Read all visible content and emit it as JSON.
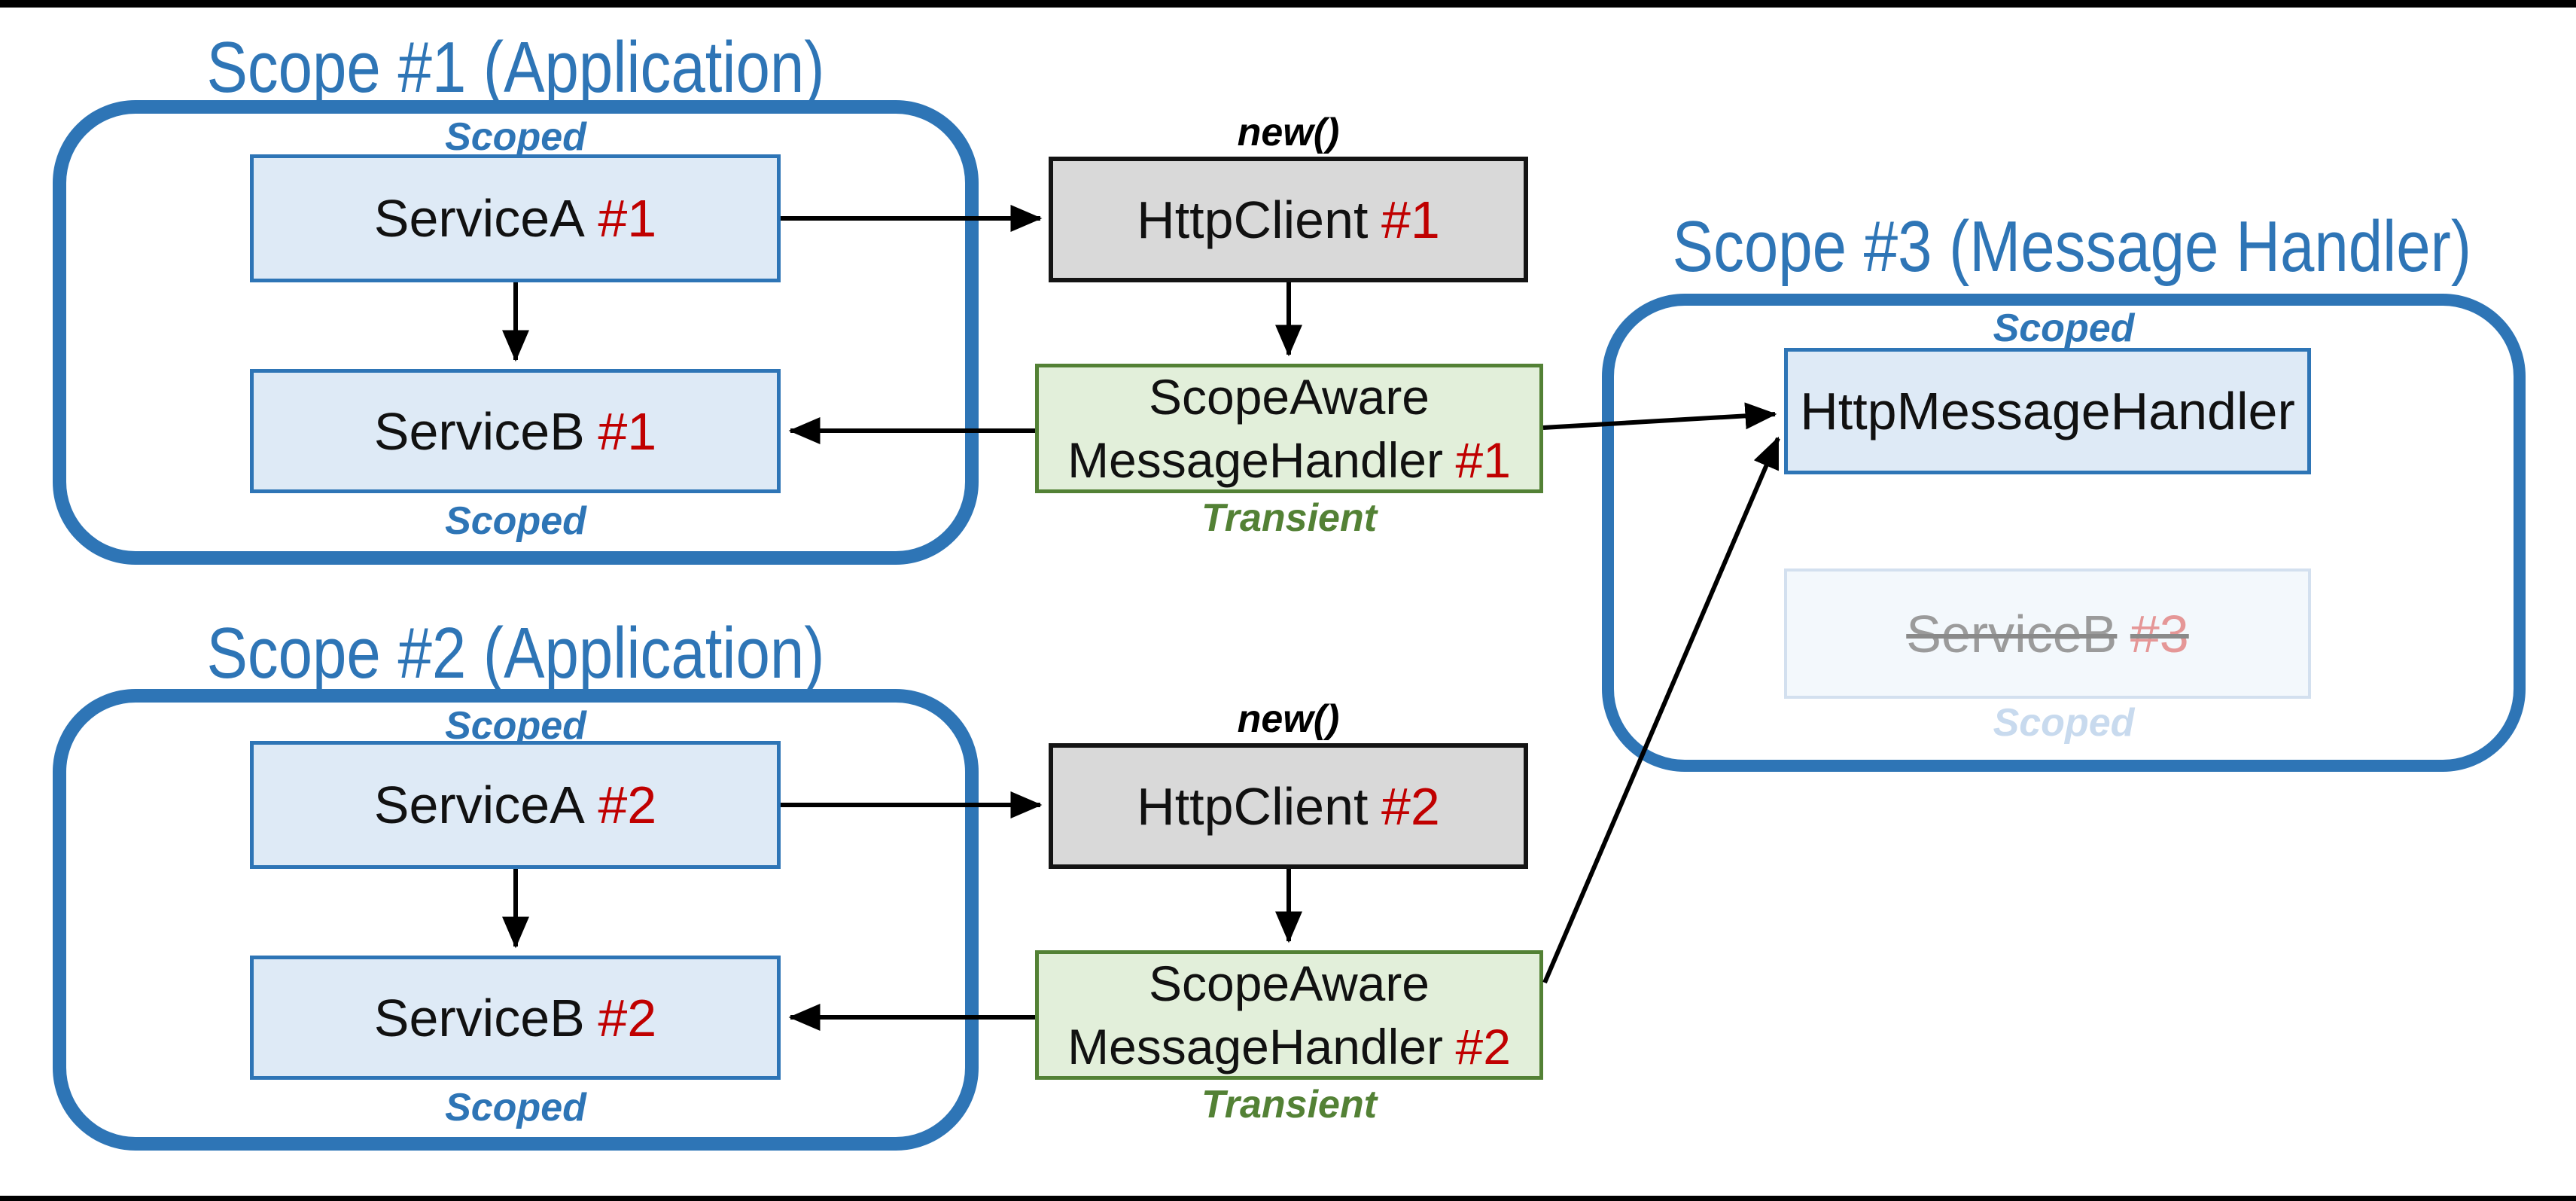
{
  "page": {
    "background": "#FFFFFF",
    "letterbox": "#000000"
  },
  "colors": {
    "blue": "#2E75B6",
    "light_blue_fill": "#DEEAF6",
    "gray_fill": "#D9D9D9",
    "green_fill": "#E2EFDA",
    "green_border": "#538135",
    "red": "#C00000",
    "faded_fill": "#F3F8FC",
    "faded_border": "#D3E0EF",
    "faded_text": "#9B9B9B",
    "faded_red": "#E59797",
    "faded_blue_label": "#C8DAEE"
  },
  "scope1": {
    "title": "Scope #1 (Application)",
    "scoped_top": "Scoped",
    "scoped_bottom": "Scoped",
    "service_a_name": "ServiceA",
    "service_a_id": "#1",
    "service_b_name": "ServiceB",
    "service_b_id": "#1"
  },
  "scope2": {
    "title": "Scope #2 (Application)",
    "scoped_top": "Scoped",
    "scoped_bottom": "Scoped",
    "service_a_name": "ServiceA",
    "service_a_id": "#2",
    "service_b_name": "ServiceB",
    "service_b_id": "#2"
  },
  "scope3": {
    "title": "Scope #3 (Message Handler)",
    "scoped_top": "Scoped",
    "handler_label": "HttpMessageHandler",
    "faded_service_name": "ServiceB",
    "faded_service_id": "#3",
    "scoped_faded": "Scoped"
  },
  "flow1": {
    "new_label": "new()",
    "client_name": "HttpClient",
    "client_id": "#1",
    "handler_line1": "ScopeAware",
    "handler_line2": "MessageHandler",
    "handler_id": "#1",
    "lifetime": "Transient"
  },
  "flow2": {
    "new_label": "new()",
    "client_name": "HttpClient",
    "client_id": "#2",
    "handler_line1": "ScopeAware",
    "handler_line2": "MessageHandler",
    "handler_id": "#2",
    "lifetime": "Transient"
  }
}
